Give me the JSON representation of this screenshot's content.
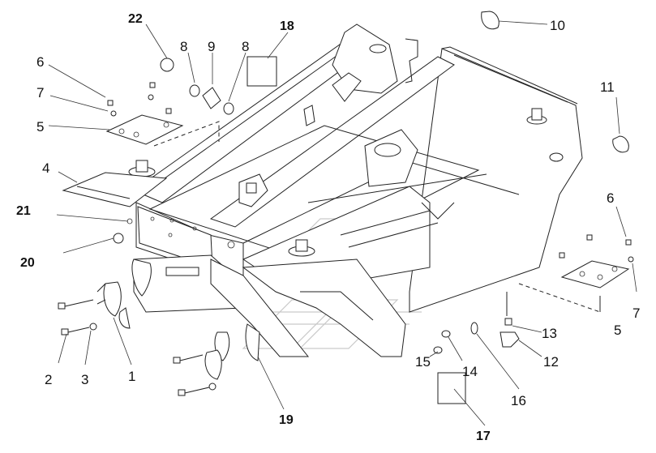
{
  "callouts": [
    {
      "id": "c1",
      "text": "1"
    },
    {
      "id": "c2",
      "text": "2"
    },
    {
      "id": "c3",
      "text": "3"
    },
    {
      "id": "c4",
      "text": "4"
    },
    {
      "id": "c5a",
      "text": "5"
    },
    {
      "id": "c5b",
      "text": "5"
    },
    {
      "id": "c6a",
      "text": "6"
    },
    {
      "id": "c6b",
      "text": "6"
    },
    {
      "id": "c7a",
      "text": "7"
    },
    {
      "id": "c7b",
      "text": "7"
    },
    {
      "id": "c8a",
      "text": "8"
    },
    {
      "id": "c8b",
      "text": "8"
    },
    {
      "id": "c9",
      "text": "9"
    },
    {
      "id": "c10",
      "text": "10"
    },
    {
      "id": "c11",
      "text": "11"
    },
    {
      "id": "c12",
      "text": "12"
    },
    {
      "id": "c13",
      "text": "13"
    },
    {
      "id": "c14",
      "text": "14"
    },
    {
      "id": "c15",
      "text": "15"
    },
    {
      "id": "c16",
      "text": "16"
    },
    {
      "id": "c17",
      "text": "17"
    },
    {
      "id": "c18",
      "text": "18"
    },
    {
      "id": "c19",
      "text": "19"
    },
    {
      "id": "c20",
      "text": "20"
    },
    {
      "id": "c21",
      "text": "21"
    },
    {
      "id": "c22",
      "text": "22"
    }
  ]
}
